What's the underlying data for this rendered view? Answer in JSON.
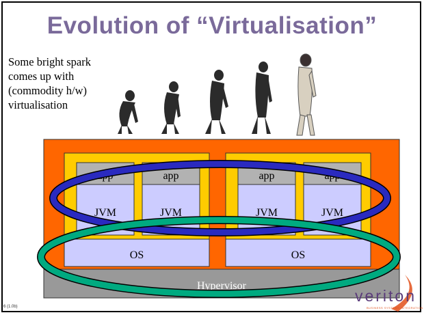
{
  "slide": {
    "title": "Evolution of “Virtualisation”",
    "caption": "Some bright spark comes up with (commodity h/w) virtualisation",
    "slide_number": "6 (1.0b)"
  },
  "diagram": {
    "hypervisor_label": "Hypervisor",
    "os_label": "OS",
    "app_label": "app",
    "jvm_label": "JVM"
  },
  "logo": {
    "wordmark": "veriton",
    "tagline": "BUSINESS SYSTEMS INTEGRATION"
  },
  "colors": {
    "title": "#7a6a9a",
    "host": "#ff6600",
    "vm": "#ffcc00",
    "os": "#ccccff",
    "app": "#b2b2b2",
    "hypervisor": "#999999",
    "blue_ring": "#2a2abf",
    "green_ring": "#00aa80",
    "logo_purple": "#5a3b7a",
    "logo_orange": "#e2501a"
  }
}
